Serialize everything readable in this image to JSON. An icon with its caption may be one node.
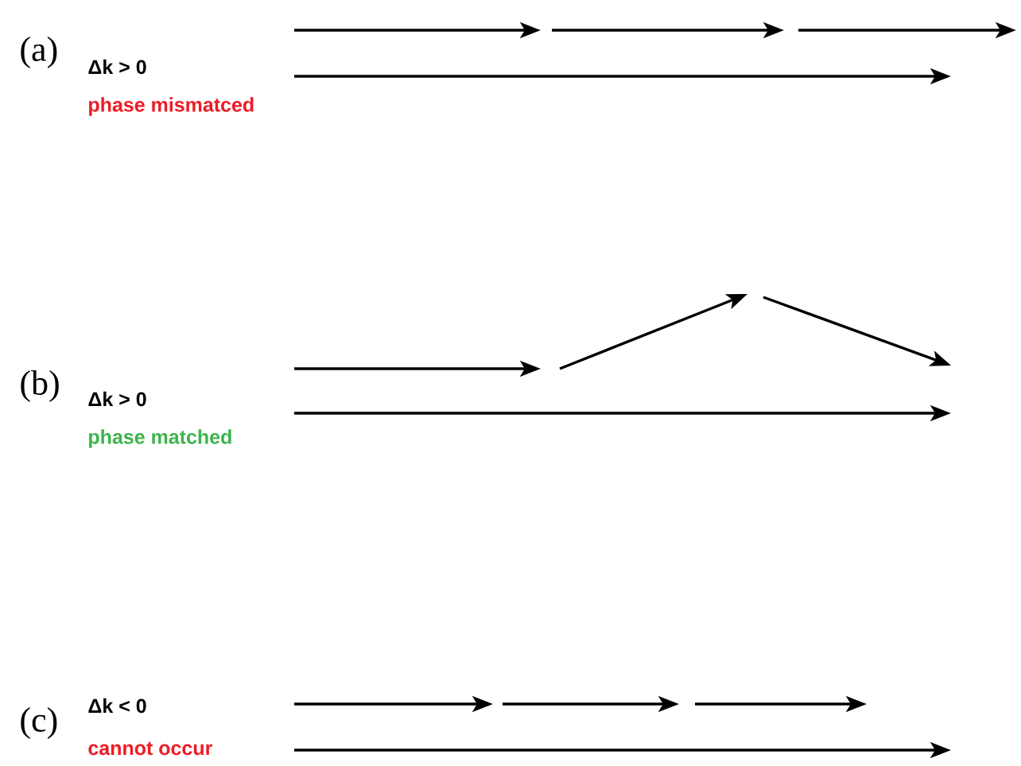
{
  "diagram": {
    "labels": [
      "(a)",
      "Δk > 0",
      "phase mismatced",
      "(b)",
      "Δk > 0",
      "phase matched",
      "(c)",
      "Δk < 0",
      "cannot occur"
    ]
  }
}
